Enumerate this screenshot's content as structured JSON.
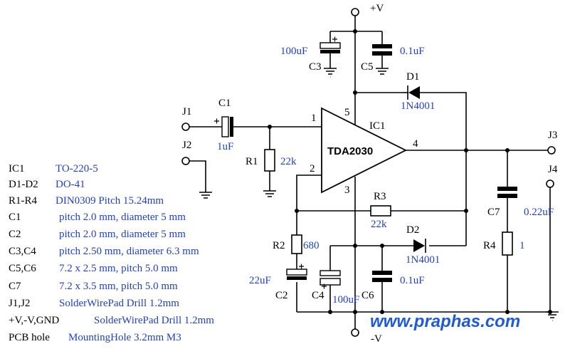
{
  "rails": {
    "positive": "+V",
    "negative": "-V"
  },
  "ic": {
    "ref": "IC1",
    "part": "TDA2030",
    "pins": [
      "1",
      "2",
      "3",
      "4",
      "5"
    ]
  },
  "connectors": [
    "J1",
    "J2",
    "J3",
    "J4"
  ],
  "components": {
    "C1": {
      "ref": "C1",
      "value": "1uF"
    },
    "C2": {
      "ref": "C2",
      "value": "22uF"
    },
    "C3": {
      "ref": "C3",
      "value": "100uF"
    },
    "C4": {
      "ref": "C4",
      "value": "100uF"
    },
    "C5": {
      "ref": "C5",
      "value": "0.1uF"
    },
    "C6": {
      "ref": "C6",
      "value": "0.1uF"
    },
    "C7": {
      "ref": "C7",
      "value": "0.22uF"
    },
    "R1": {
      "ref": "R1",
      "value": "22k"
    },
    "R2": {
      "ref": "R2",
      "value": "680"
    },
    "R3": {
      "ref": "R3",
      "value": "22k"
    },
    "R4": {
      "ref": "R4",
      "value": "1"
    },
    "D1": {
      "ref": "D1",
      "value": "1N4001"
    },
    "D2": {
      "ref": "D2",
      "value": "1N4001"
    }
  },
  "bom": [
    {
      "ref": "IC1",
      "package": "TO-220-5"
    },
    {
      "ref": "D1-D2",
      "package": "DO-41"
    },
    {
      "ref": "R1-R4",
      "package": "DIN0309 Pitch 15.24mm"
    },
    {
      "ref": "C1",
      "package": "pitch 2.0 mm, diameter 5 mm"
    },
    {
      "ref": "C2",
      "package": "pitch 2.0 mm, diameter 5 mm"
    },
    {
      "ref": "C3,C4",
      "package": "pitch 2.50 mm, diameter 6.3 mm"
    },
    {
      "ref": "C5,C6",
      "package": "7.2 x 2.5 mm, pitch 5.0 mm"
    },
    {
      "ref": "C7",
      "package": "7.2 x 3.5 mm, pitch 5.0 mm"
    },
    {
      "ref": "J1,J2",
      "package": "SolderWirePad Drill 1.2mm"
    },
    {
      "ref": "+V,-V,GND",
      "package": "SolderWirePad Drill 1.2mm"
    },
    {
      "ref": "PCB hole",
      "package": "MountingHole 3.2mm M3"
    }
  ],
  "watermark": "www.praphas.com"
}
